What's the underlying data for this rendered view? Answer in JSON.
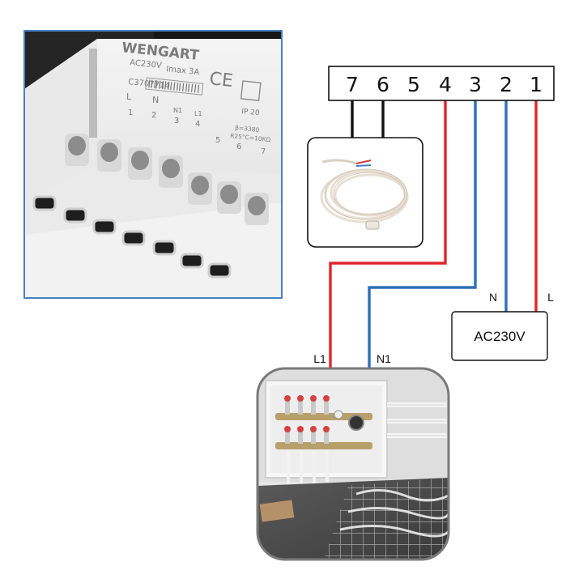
{
  "product_photo": {
    "brand": "WENGART",
    "rating": "AC230V",
    "imax": "Imax 3A",
    "code": "C3707714",
    "ce_mark": "CE",
    "ip_rating": "IP 20",
    "sensor_spec_b": "β=3380",
    "sensor_spec_r": "R25°C=10KΩ",
    "terminal_labels": [
      "L",
      "N",
      "N1",
      "L1",
      "5",
      "6",
      "7"
    ],
    "terminal_numbers": [
      "1",
      "2",
      "3",
      "4"
    ]
  },
  "terminal_block": {
    "terminals": [
      "7",
      "6",
      "5",
      "4",
      "3",
      "2",
      "1"
    ]
  },
  "wire_labels": {
    "supply_neutral": "N",
    "supply_live": "L",
    "load_live": "L1",
    "load_neutral": "N1"
  },
  "power_supply": {
    "label": "AC230V"
  },
  "colors": {
    "live_wire": "#e0262b",
    "neutral_wire": "#2d6fb6",
    "sensor_wire": "#111111",
    "photo_frame": "#4a7fc1"
  },
  "icons": {
    "sensor": "temperature-sensor-cable-icon",
    "manifold": "underfloor-heating-manifold-icon"
  }
}
